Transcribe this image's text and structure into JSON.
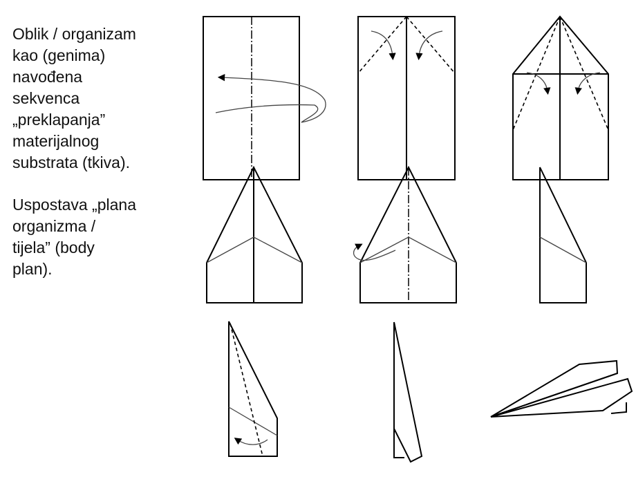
{
  "text": {
    "paragraph1": [
      "Oblik / organizam",
      "kao (genima)",
      "navođena",
      "sekvenca",
      "„preklapanja”",
      "materijalnog",
      "substrata (tkiva)."
    ],
    "paragraph2": [
      "Uspostava „plana",
      "organizma /",
      "tijela” (body",
      "plan)."
    ]
  },
  "diagram": {
    "title": "paper airplane folding sequence",
    "steps": 9
  }
}
